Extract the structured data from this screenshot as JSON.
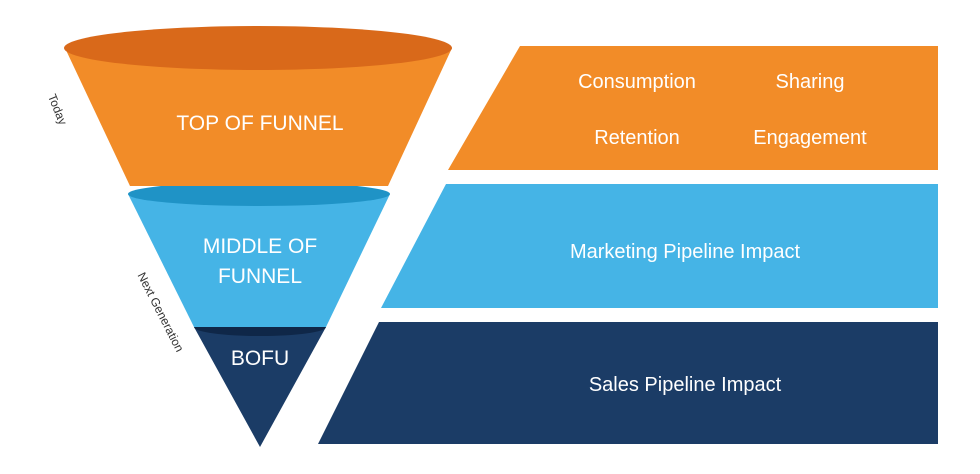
{
  "side_labels": {
    "today": "Today",
    "next_generation": "Next Generation"
  },
  "funnel": {
    "top": {
      "label": "TOP OF FUNNEL",
      "color": "#f28c28",
      "rim_color": "#d9691a"
    },
    "middle": {
      "label_line1": "MIDDLE OF",
      "label_line2": "FUNNEL",
      "color": "#45b4e6",
      "rim_color": "#1f93c6"
    },
    "bottom": {
      "label": "BOFU",
      "color": "#1b3c66",
      "rim_color": "#0f2748"
    }
  },
  "bands": {
    "top": {
      "color": "#f28c28",
      "items": [
        "Consumption",
        "Sharing",
        "Retention",
        "Engagement"
      ]
    },
    "middle": {
      "color": "#45b4e6",
      "label": "Marketing Pipeline Impact"
    },
    "bottom": {
      "color": "#1b3c66",
      "label": "Sales Pipeline Impact"
    }
  }
}
